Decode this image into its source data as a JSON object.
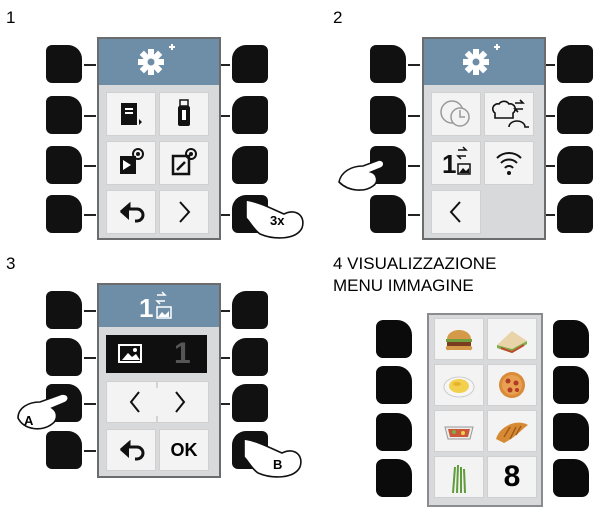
{
  "steps": {
    "s1": "1",
    "s2": "2",
    "s3": "3",
    "s4_line1": "4 VISUALIZZAZIONE",
    "s4_line2": "MENU IMMAGINE"
  },
  "callouts": {
    "press_count": "3x",
    "a": "A",
    "b": "B"
  },
  "screen3": {
    "image_number": "1",
    "ok_label": "OK"
  },
  "screen4": {
    "image_number": "8"
  },
  "colors": {
    "header_blue": "#6e8ea8",
    "screen_gray": "#d8d9da",
    "button_black": "#111111"
  }
}
